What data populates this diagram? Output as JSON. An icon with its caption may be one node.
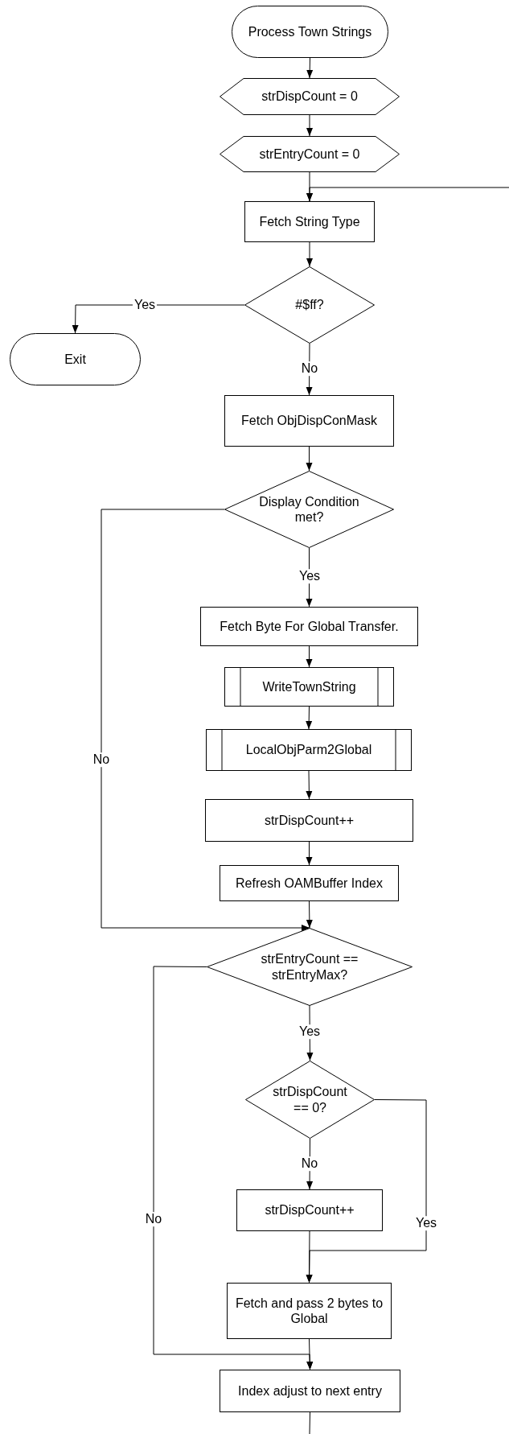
{
  "diagram": {
    "nodes": [
      {
        "text": [
          "Process Town Strings"
        ]
      },
      {
        "text": [
          "strDispCount = 0"
        ]
      },
      {
        "text": [
          "strEntryCount = 0"
        ]
      },
      {
        "text": [
          "Fetch String Type"
        ]
      },
      {
        "text": [
          "#$ff?"
        ]
      },
      {
        "text": [
          "Exit"
        ]
      },
      {
        "text": [
          "Fetch ObjDispConMask"
        ]
      },
      {
        "text": [
          "Display Condition met?"
        ]
      },
      {
        "text": [
          "Fetch Byte For Global Transfer."
        ]
      },
      {
        "text": [
          "WriteTownString"
        ]
      },
      {
        "text": [
          "LocalObjParm2Global"
        ]
      },
      {
        "text": [
          "strDispCount++"
        ]
      },
      {
        "text": [
          "Refresh OAMBuffer Index"
        ]
      },
      {
        "text": [
          "strEntryCount == strEntryMax?"
        ]
      },
      {
        "text": [
          "strDispCount == 0?"
        ]
      },
      {
        "text": [
          "strDispCount++"
        ]
      },
      {
        "text": [
          "Fetch and pass 2 bytes to Global"
        ]
      },
      {
        "text": [
          "Index adjust to next entry"
        ]
      }
    ],
    "edges": [
      {
        "from": 0,
        "to": 1,
        "arrow": "to"
      },
      {
        "from": 1,
        "to": 2,
        "arrow": "to"
      },
      {
        "from": 2,
        "to": 3,
        "arrow": "to"
      },
      {
        "from": null,
        "to": 3,
        "arrow": "to"
      },
      {
        "from": 3,
        "to": 4,
        "arrow": "to"
      },
      {
        "from": 4,
        "to": 5,
        "arrow": "to",
        "label": "Yes"
      },
      {
        "from": 4,
        "to": 6,
        "arrow": "to",
        "label": "No"
      },
      {
        "from": 6,
        "to": 7,
        "arrow": "to"
      },
      {
        "from": 7,
        "to": 8,
        "arrow": "to",
        "label": "Yes"
      },
      {
        "from": 7,
        "to": 13,
        "arrow": "to",
        "label": "No"
      },
      {
        "from": 8,
        "to": 9,
        "arrow": "to"
      },
      {
        "from": 9,
        "to": 10,
        "arrow": "to"
      },
      {
        "from": 10,
        "to": 11,
        "arrow": "to"
      },
      {
        "from": 11,
        "to": 12,
        "arrow": "to"
      },
      {
        "from": 12,
        "to": 13,
        "arrow": "to"
      },
      {
        "from": 13,
        "to": 14,
        "arrow": "to",
        "label": "Yes"
      },
      {
        "from": 13,
        "to": 17,
        "arrow": "to",
        "label": "No"
      },
      {
        "from": 14,
        "to": 15,
        "arrow": "to",
        "label": "No"
      },
      {
        "from": 14,
        "to": 16,
        "arrow": "to",
        "label": "Yes"
      },
      {
        "from": 15,
        "to": 16,
        "arrow": "to"
      },
      {
        "from": 16,
        "to": 17,
        "arrow": "to"
      },
      {
        "from": 17,
        "to": null,
        "arrow": "none"
      }
    ]
  }
}
